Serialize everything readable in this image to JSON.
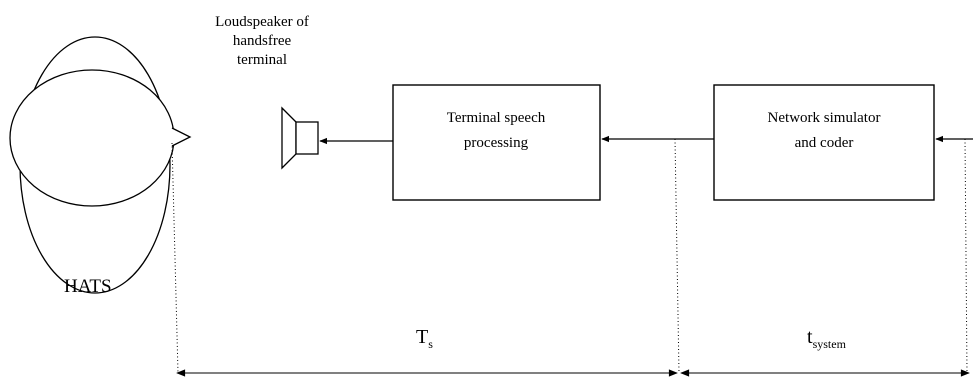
{
  "hats": {
    "label": "HATS"
  },
  "loudspeaker": {
    "label_lines": [
      "Loudspeaker of",
      "handsfree",
      "terminal"
    ]
  },
  "terminal_block": {
    "label_lines": [
      "Terminal speech",
      "processing"
    ]
  },
  "network_block": {
    "label_lines": [
      "Network simulator",
      "and coder"
    ]
  },
  "dimensions": {
    "ts_main": "T",
    "ts_sub": "s",
    "tsys_main": "t",
    "tsys_sub": "system"
  },
  "colors": {
    "stroke": "#000000",
    "background": "#ffffff"
  }
}
